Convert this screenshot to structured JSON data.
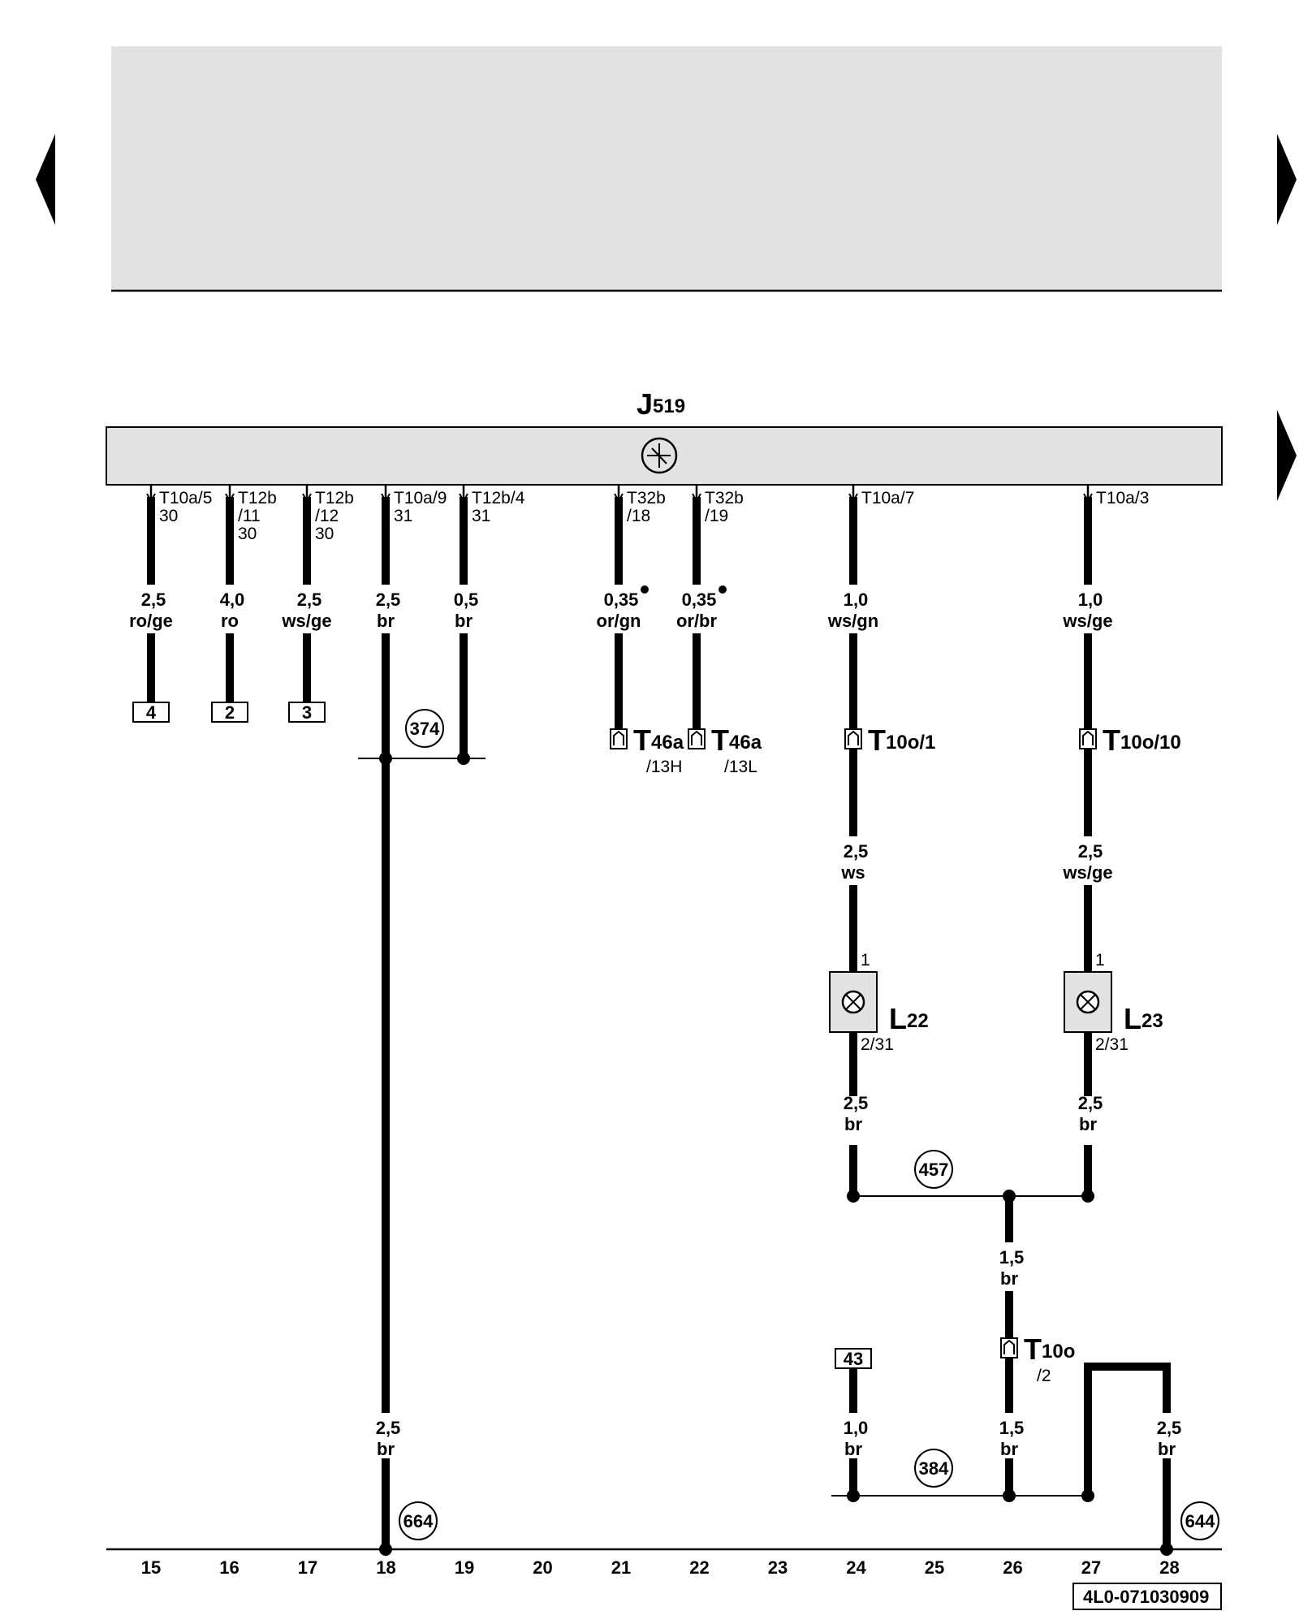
{
  "component": {
    "main": "J",
    "sub": "519"
  },
  "pins": [
    {
      "line1": "T10a/5",
      "line2": "30",
      "line3": ""
    },
    {
      "line1": "T12b",
      "line2": "/11",
      "line3": "30"
    },
    {
      "line1": "T12b",
      "line2": "/12",
      "line3": "30"
    },
    {
      "line1": "T10a/9",
      "line2": "31",
      "line3": ""
    },
    {
      "line1": "T12b/4",
      "line2": "31",
      "line3": ""
    },
    {
      "line1": "T32b",
      "line2": "/18",
      "line3": ""
    },
    {
      "line1": "T32b",
      "line2": "/19",
      "line3": ""
    },
    {
      "line1": "T10a/7",
      "line2": "",
      "line3": ""
    },
    {
      "line1": "T10a/3",
      "line2": "",
      "line3": ""
    }
  ],
  "wires": [
    {
      "size": "2,5",
      "color": "ro/ge"
    },
    {
      "size": "4,0",
      "color": "ro"
    },
    {
      "size": "2,5",
      "color": "ws/ge"
    },
    {
      "size": "2,5",
      "color": "br"
    },
    {
      "size": "0,5",
      "color": "br"
    },
    {
      "size": "0,35",
      "color": "or/gn"
    },
    {
      "size": "0,35",
      "color": "or/br"
    },
    {
      "size": "1,0",
      "color": "ws/gn"
    },
    {
      "size": "1,0",
      "color": "ws/ge"
    },
    {
      "size": "2,5",
      "color": "ws"
    },
    {
      "size": "2,5",
      "color": "ws/ge"
    },
    {
      "size": "2,5",
      "color": "br"
    },
    {
      "size": "2,5",
      "color": "br"
    },
    {
      "size": "1,5",
      "color": "br"
    },
    {
      "size": "2,5",
      "color": "br"
    },
    {
      "size": "1,0",
      "color": "br"
    },
    {
      "size": "1,5",
      "color": "br"
    },
    {
      "size": "2,5",
      "color": "br"
    }
  ],
  "refs": [
    "4",
    "2",
    "3",
    "43"
  ],
  "splices": [
    "374",
    "457",
    "384",
    "664",
    "644"
  ],
  "connectors": [
    {
      "main": "T",
      "sub": "46a",
      "line2": "/13H"
    },
    {
      "main": "T",
      "sub": "46a",
      "line2": "/13L"
    },
    {
      "main": "T",
      "sub": "10o/1",
      "line2": ""
    },
    {
      "main": "T",
      "sub": "10o/10",
      "line2": ""
    },
    {
      "main": "T",
      "sub": "10o",
      "line2": "/2"
    }
  ],
  "bulbs": [
    {
      "main": "L",
      "sub": "22",
      "pin_top": "1",
      "pin_bottom": "2/31"
    },
    {
      "main": "L",
      "sub": "23",
      "pin_top": "1",
      "pin_bottom": "2/31"
    }
  ],
  "grid_numbers": [
    "15",
    "16",
    "17",
    "18",
    "19",
    "20",
    "21",
    "22",
    "23",
    "24",
    "25",
    "26",
    "27",
    "28"
  ],
  "doc_code": "4L0-071030909",
  "colors": {
    "header_fill": "#e2e2e2",
    "component_fill": "#e2e2e2",
    "ink": "#000000"
  }
}
